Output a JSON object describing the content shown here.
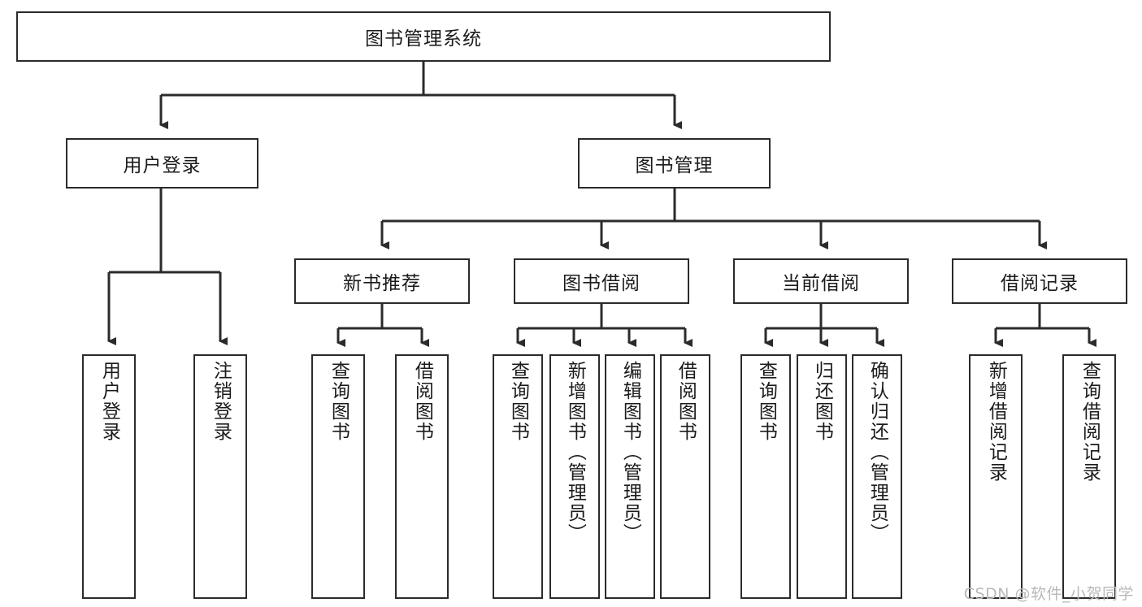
{
  "diagram": {
    "title": "图书管理系统",
    "type": "tree-hierarchy-chart",
    "root": {
      "id": "root",
      "label": "图书管理系统",
      "orientation": "horizontal"
    },
    "level1": [
      {
        "id": "user-login",
        "label": "用户登录",
        "orientation": "horizontal"
      },
      {
        "id": "book-manage",
        "label": "图书管理",
        "orientation": "horizontal"
      }
    ],
    "level2": [
      {
        "id": "new-book-rec",
        "label": "新书推荐",
        "orientation": "horizontal",
        "parent": "book-manage"
      },
      {
        "id": "book-borrow",
        "label": "图书借阅",
        "orientation": "horizontal",
        "parent": "book-manage"
      },
      {
        "id": "current-borrow",
        "label": "当前借阅",
        "orientation": "horizontal",
        "parent": "book-manage"
      },
      {
        "id": "borrow-record",
        "label": "借阅记录",
        "orientation": "horizontal",
        "parent": "book-manage"
      }
    ],
    "leaves": [
      {
        "id": "leaf-user-login",
        "label": "用户登录",
        "parent": "user-login"
      },
      {
        "id": "leaf-logout-login",
        "label": "注销登录",
        "parent": "user-login"
      },
      {
        "id": "leaf-query-book-1",
        "label": "查询图书",
        "parent": "new-book-rec"
      },
      {
        "id": "leaf-borrow-book-1",
        "label": "借阅图书",
        "parent": "new-book-rec"
      },
      {
        "id": "leaf-query-book-2",
        "label": "查询图书",
        "parent": "book-borrow"
      },
      {
        "id": "leaf-add-book",
        "label": "新增图书（管理员）",
        "parent": "book-borrow"
      },
      {
        "id": "leaf-edit-book",
        "label": "编辑图书（管理员）",
        "parent": "book-borrow"
      },
      {
        "id": "leaf-borrow-book-2",
        "label": "借阅图书",
        "parent": "book-borrow"
      },
      {
        "id": "leaf-query-book-3",
        "label": "查询图书",
        "parent": "current-borrow"
      },
      {
        "id": "leaf-return-book",
        "label": "归还图书",
        "parent": "current-borrow"
      },
      {
        "id": "leaf-confirm-return",
        "label": "确认归还（管理员）",
        "parent": "current-borrow"
      },
      {
        "id": "leaf-add-record",
        "label": "新增借阅记录",
        "parent": "borrow-record"
      },
      {
        "id": "leaf-query-record",
        "label": "查询借阅记录",
        "parent": "borrow-record"
      }
    ]
  },
  "watermark": {
    "text": "CSDN @软件_小贺同学"
  },
  "colors": {
    "box_border": "#2b2b2b",
    "box_fill": "#ffffff",
    "edge": "#2b2b2b",
    "text": "#1b1b1b",
    "watermark": "#b9b9b9",
    "background": "#ffffff"
  }
}
